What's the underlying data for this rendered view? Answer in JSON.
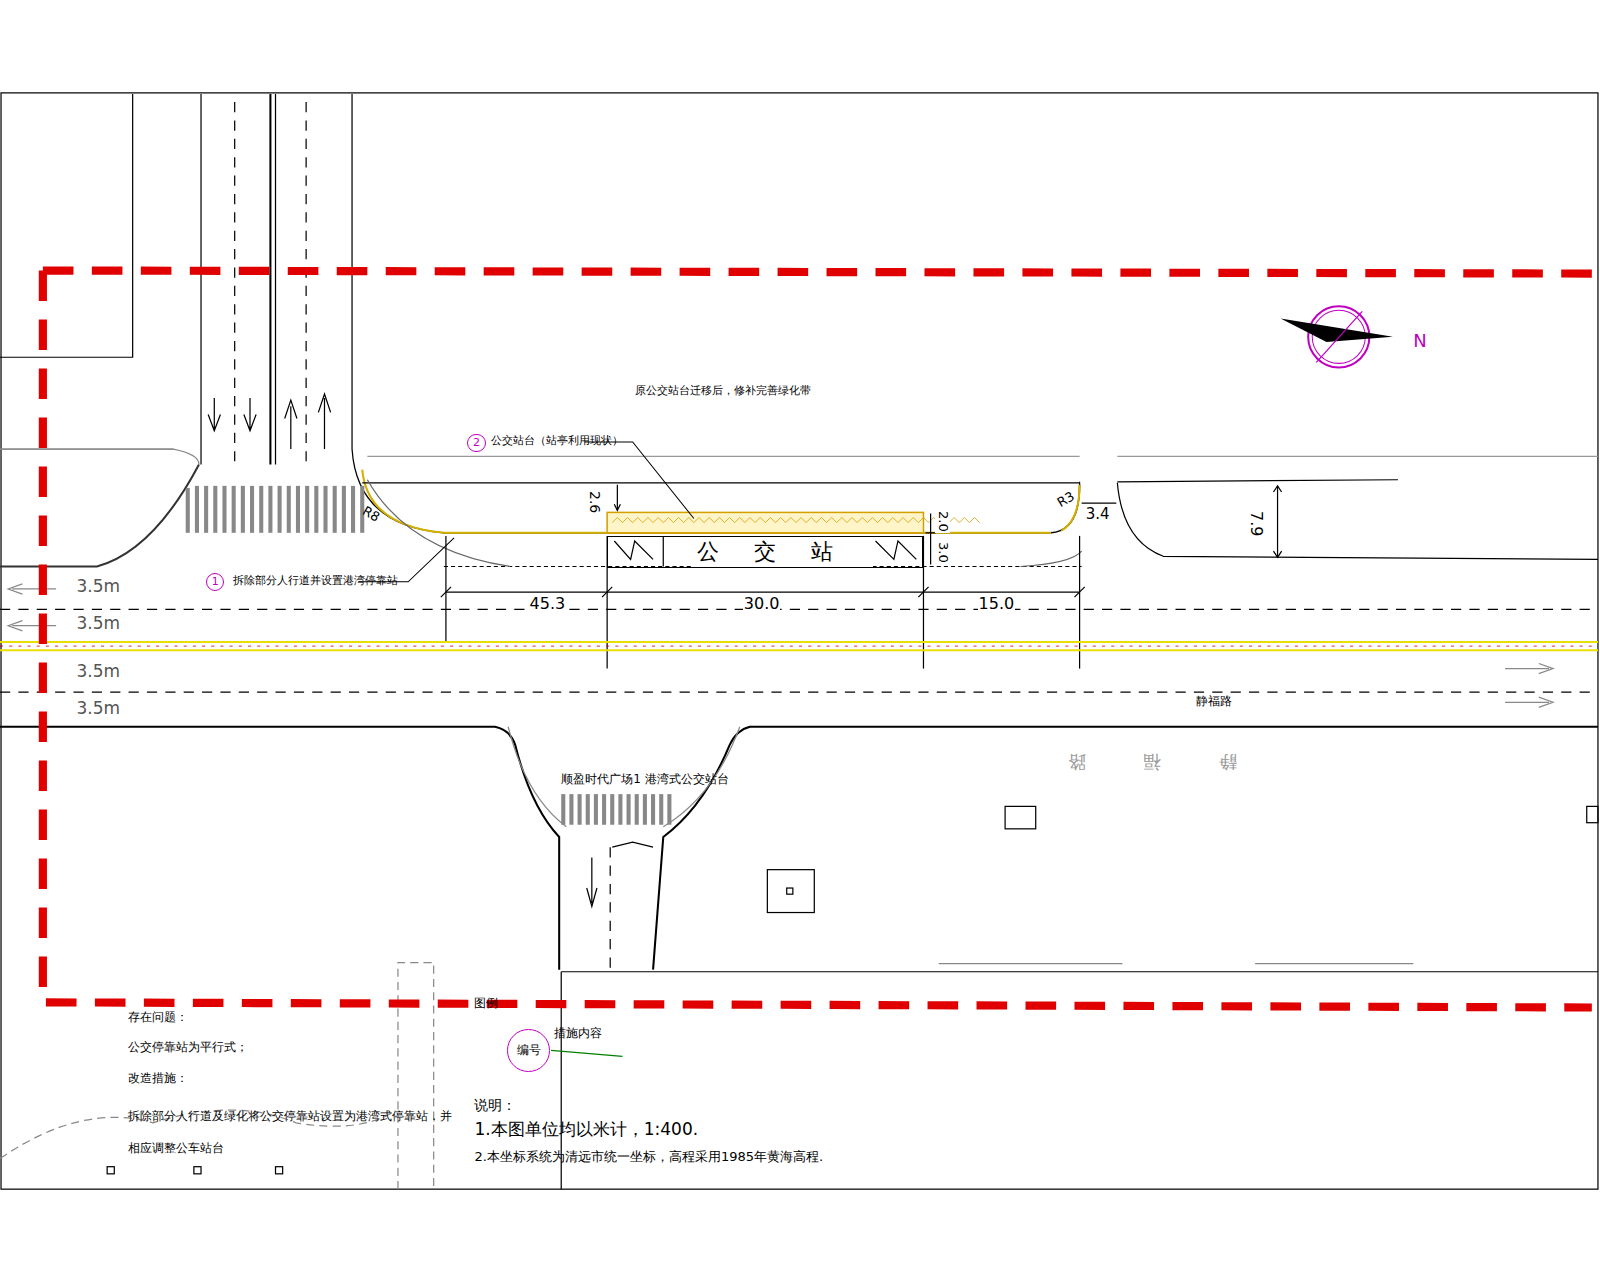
{
  "diagram": {
    "nodes": [
      {
        "text": [
          "1"
        ]
      },
      {
        "text": [
          "2"
        ]
      },
      {
        "text": [
          "公交站"
        ]
      },
      {
        "text": [
          "编号"
        ]
      }
    ],
    "labels": [
      "原公交站台迁移后，修补完善绿化带",
      "公交站台（站亭利用现状）",
      "拆除部分人行道并设置港湾停靠站",
      "R8",
      "R3",
      "2.6",
      "2.0",
      "3.0",
      "3.4",
      "7.9",
      "45.3",
      "30.0",
      "15.0",
      "3.5m",
      "3.5m",
      "3.5m",
      "3.5m",
      "静福路",
      "顺盈时代广场1 港湾式公交站台",
      "静福路",
      "N",
      "存在问题：",
      "公交停靠站为平行式；",
      "改造措施：",
      "拆除部分人行道及绿化将公交停靠站设置为港湾式停靠站，并相应调整公车站台",
      "图例",
      "措施内容",
      "说明：",
      "1.本图单位均以米计，1:400.",
      "2.本坐标系统为清远市统一坐标，高程采用1985年黄海高程."
    ]
  }
}
